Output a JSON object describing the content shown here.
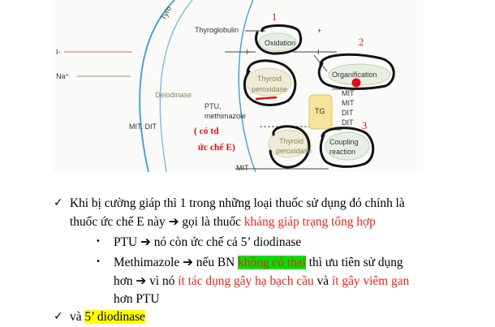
{
  "figure": {
    "labels": {
      "tyro": "Tyro",
      "thyroglobulin": "Thyroglobulin",
      "i_minus_top": "I-",
      "na_plus": "Na⁺",
      "i_minus_mid": "I-",
      "plus": "+",
      "oxidation": "Oxidation",
      "i_after_oxidation": "I",
      "organification": "Organification",
      "thyroid": "Thyroid",
      "peroxidase": "peroxidase",
      "deiodinase": "Deiodinase",
      "ptu": "PTU,",
      "methimazole": "methimazole",
      "mit_dit_left": "MIT, DIT",
      "tg": "TG",
      "mit1": "MIT",
      "mit2": "MIT",
      "dit1": "DIT",
      "dit2": "DIT",
      "thyroid_2": "Thyroid",
      "peroxidase_2": "peroxidase",
      "coupling": "Coupling",
      "reaction": "reaction",
      "mit_bottom": "MIT"
    },
    "annotations": {
      "n1": "1",
      "n2": "2",
      "n3": "3",
      "note_line1": "( có td",
      "note_line2": "ức chế E)"
    },
    "colors": {
      "ink_circle": "#111111",
      "annotation_red": "#e01010",
      "membrane_blue": "#4aa3d8",
      "tg_yellow": "#f6e39a"
    }
  },
  "notes": {
    "check_icon": "✓",
    "bullet_icon": "•",
    "p1_line1": "Khi bị cường giáp thì 1 trong những loại thuốc sử dụng đó chính là",
    "p1_line2_a": "thuốc ức chế E này ",
    "p1_arrow": "➔",
    "p1_line2_b": " gọi là thuốc ",
    "p1_line2_red": "kháng giáp trạng tổng hợp",
    "b1_a": "PTU ",
    "b1_arrow": "➔",
    "b1_b": " nó còn ức chế cả 5’ diodinase",
    "b2_a": "Methimazole ",
    "b2_arrow": "➔",
    "b2_b": " nếu BN ",
    "b2_hl": "không có thai",
    "b2_c": " thì ưu tiên sử dụng",
    "b2_l2_a": "hơn ",
    "b2_l2_arrow": "➔",
    "b2_l2_b": " vì nó ",
    "b2_l2_red1": "ít tác dụng gây hạ bạch cầu",
    "b2_l2_c": " và ",
    "b2_l2_red2": "ít gây viêm gan",
    "b2_l3": "hơn PTU",
    "p2_a": "và ",
    "p2_hl": "5’ diodinase"
  }
}
